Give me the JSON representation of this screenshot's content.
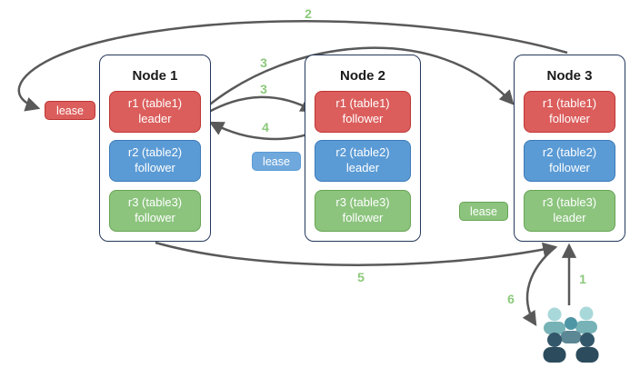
{
  "nodes": [
    {
      "title": "Node 1",
      "replicas": [
        {
          "name": "r1 (table1)",
          "role": "leader",
          "color": "red"
        },
        {
          "name": "r2 (table2)",
          "role": "follower",
          "color": "blue"
        },
        {
          "name": "r3 (table3)",
          "role": "follower",
          "color": "green"
        }
      ]
    },
    {
      "title": "Node 2",
      "replicas": [
        {
          "name": "r1 (table1)",
          "role": "follower",
          "color": "red"
        },
        {
          "name": "r2 (table2)",
          "role": "leader",
          "color": "blue"
        },
        {
          "name": "r3 (table3)",
          "role": "follower",
          "color": "green"
        }
      ]
    },
    {
      "title": "Node 3",
      "replicas": [
        {
          "name": "r1 (table1)",
          "role": "follower",
          "color": "red"
        },
        {
          "name": "r2 (table2)",
          "role": "follower",
          "color": "blue"
        },
        {
          "name": "r3 (table3)",
          "role": "leader",
          "color": "green"
        }
      ]
    }
  ],
  "leases": [
    {
      "text": "lease",
      "color": "red"
    },
    {
      "text": "lease",
      "color": "blue"
    },
    {
      "text": "lease",
      "color": "green"
    }
  ],
  "step_labels": [
    {
      "id": "step-2",
      "text": "2"
    },
    {
      "id": "step-3-upper",
      "text": "3"
    },
    {
      "id": "step-3-lower",
      "text": "3"
    },
    {
      "id": "step-4",
      "text": "4"
    },
    {
      "id": "step-5",
      "text": "5"
    },
    {
      "id": "step-1",
      "text": "1"
    },
    {
      "id": "step-6",
      "text": "6"
    }
  ],
  "icons": [
    {
      "name": "users-group-icon"
    }
  ],
  "colors": {
    "red-fill": "#DB5E5C",
    "red-border": "#BE3533",
    "blue-fill": "#5B9BD5",
    "blue-border": "#3D7AB8",
    "green-fill": "#8CC47E",
    "green-border": "#67A454",
    "lease-blue-fill": "#6FA8DC",
    "node-border": "#24385C",
    "arrow": "#595959",
    "step": "#8CC97B",
    "u-light-head": "#A9D8DA",
    "u-light-body": "#77B3B6",
    "u-mid-head": "#4E96A5",
    "u-mid-body": "#5C8794",
    "u-dark-head": "#33576A",
    "u-dark-body": "#2C4C5D"
  }
}
